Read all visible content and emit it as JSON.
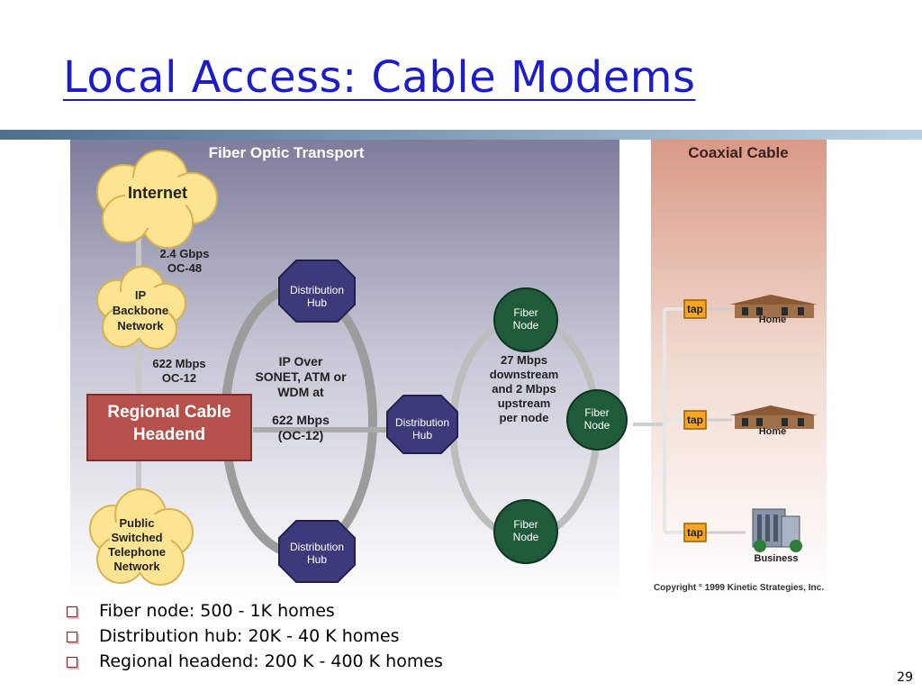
{
  "slide": {
    "title": "Local Access: Cable Modems",
    "page_number": "29"
  },
  "diagram": {
    "fiber_section_title": "Fiber Optic Transport",
    "coax_section_title": "Coaxial Cable",
    "internet": "Internet",
    "internet_link": [
      "2.4 Gbps",
      "OC-48"
    ],
    "ip_backbone": [
      "IP",
      "Backbone",
      "Network"
    ],
    "backbone_link": [
      "622 Mbps",
      "OC-12"
    ],
    "headend": [
      "Regional Cable",
      "Headend"
    ],
    "pstn": [
      "Public",
      "Switched",
      "Telephone",
      "Network"
    ],
    "distribution_hub": [
      "Distribution",
      "Hub"
    ],
    "ring_text": [
      "IP Over",
      "SONET, ATM or",
      "WDM at",
      "",
      "622 Mbps",
      "(OC-12)"
    ],
    "fiber_node": [
      "Fiber",
      "Node"
    ],
    "node_text": [
      "27 Mbps",
      "downstream",
      "and 2 Mbps",
      "upstream",
      "per node"
    ],
    "tap": "tap",
    "home": "Home",
    "business": "Business",
    "copyright": "Copyright ° 1999 Kinetic Strategies, Inc."
  },
  "bullets": [
    "Fiber node: 500 - 1K homes",
    "Distribution hub: 20K - 40 K homes",
    "Regional headend: 200 K - 400 K homes"
  ],
  "colors": {
    "title": "#1c1cc8",
    "headend": "#b5514a",
    "distribution_hub": "#3d3a7c",
    "fiber_node": "#1f5a3a",
    "cloud": "#fde492",
    "tap": "#f6a623"
  }
}
